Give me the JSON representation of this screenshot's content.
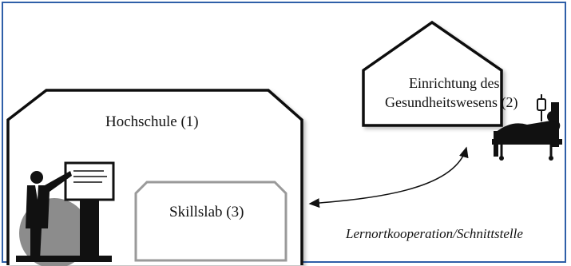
{
  "diagram": {
    "hochschule_label": "Hochschule (1)",
    "skillslab_label": "Skillslab (3)",
    "einrichtung_label_line1": "Einrichtung des",
    "einrichtung_label_line2": "Gesundheitswesens (2)",
    "kooperation_label": "Lernortkooperation/Schnittstelle"
  },
  "colors": {
    "frame_border": "#2f5fa8",
    "outline": "#111111",
    "skillslab_outline": "#9a9a9a",
    "grey_disc": "#8c8c8c"
  },
  "icons": {
    "presenter": "person-at-whiteboard-icon",
    "patient_bed": "patient-in-bed-icon"
  }
}
